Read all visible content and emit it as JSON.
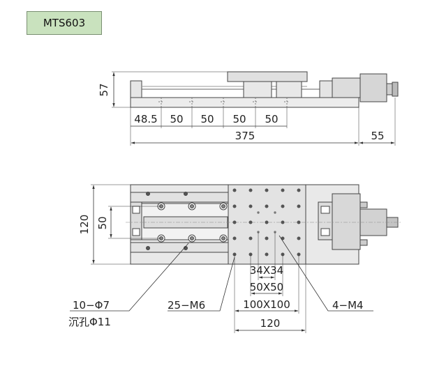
{
  "model": "MTS603",
  "side_view": {
    "height": "57",
    "spacings": [
      "48.5",
      "50",
      "50",
      "50",
      "50"
    ],
    "length": "375",
    "motor_length": "55"
  },
  "top_view": {
    "width_outer": "120",
    "width_inner": "50",
    "hole_pitch_1": "34X34",
    "hole_pitch_2": "50X50",
    "hole_pitch_3": "100X100",
    "table_width": "120",
    "label_mount_holes": "10−Φ7",
    "label_counterbore": "沉孔Φ11",
    "label_tapped_holes": "25−M6",
    "label_m4_holes": "4−M4"
  }
}
